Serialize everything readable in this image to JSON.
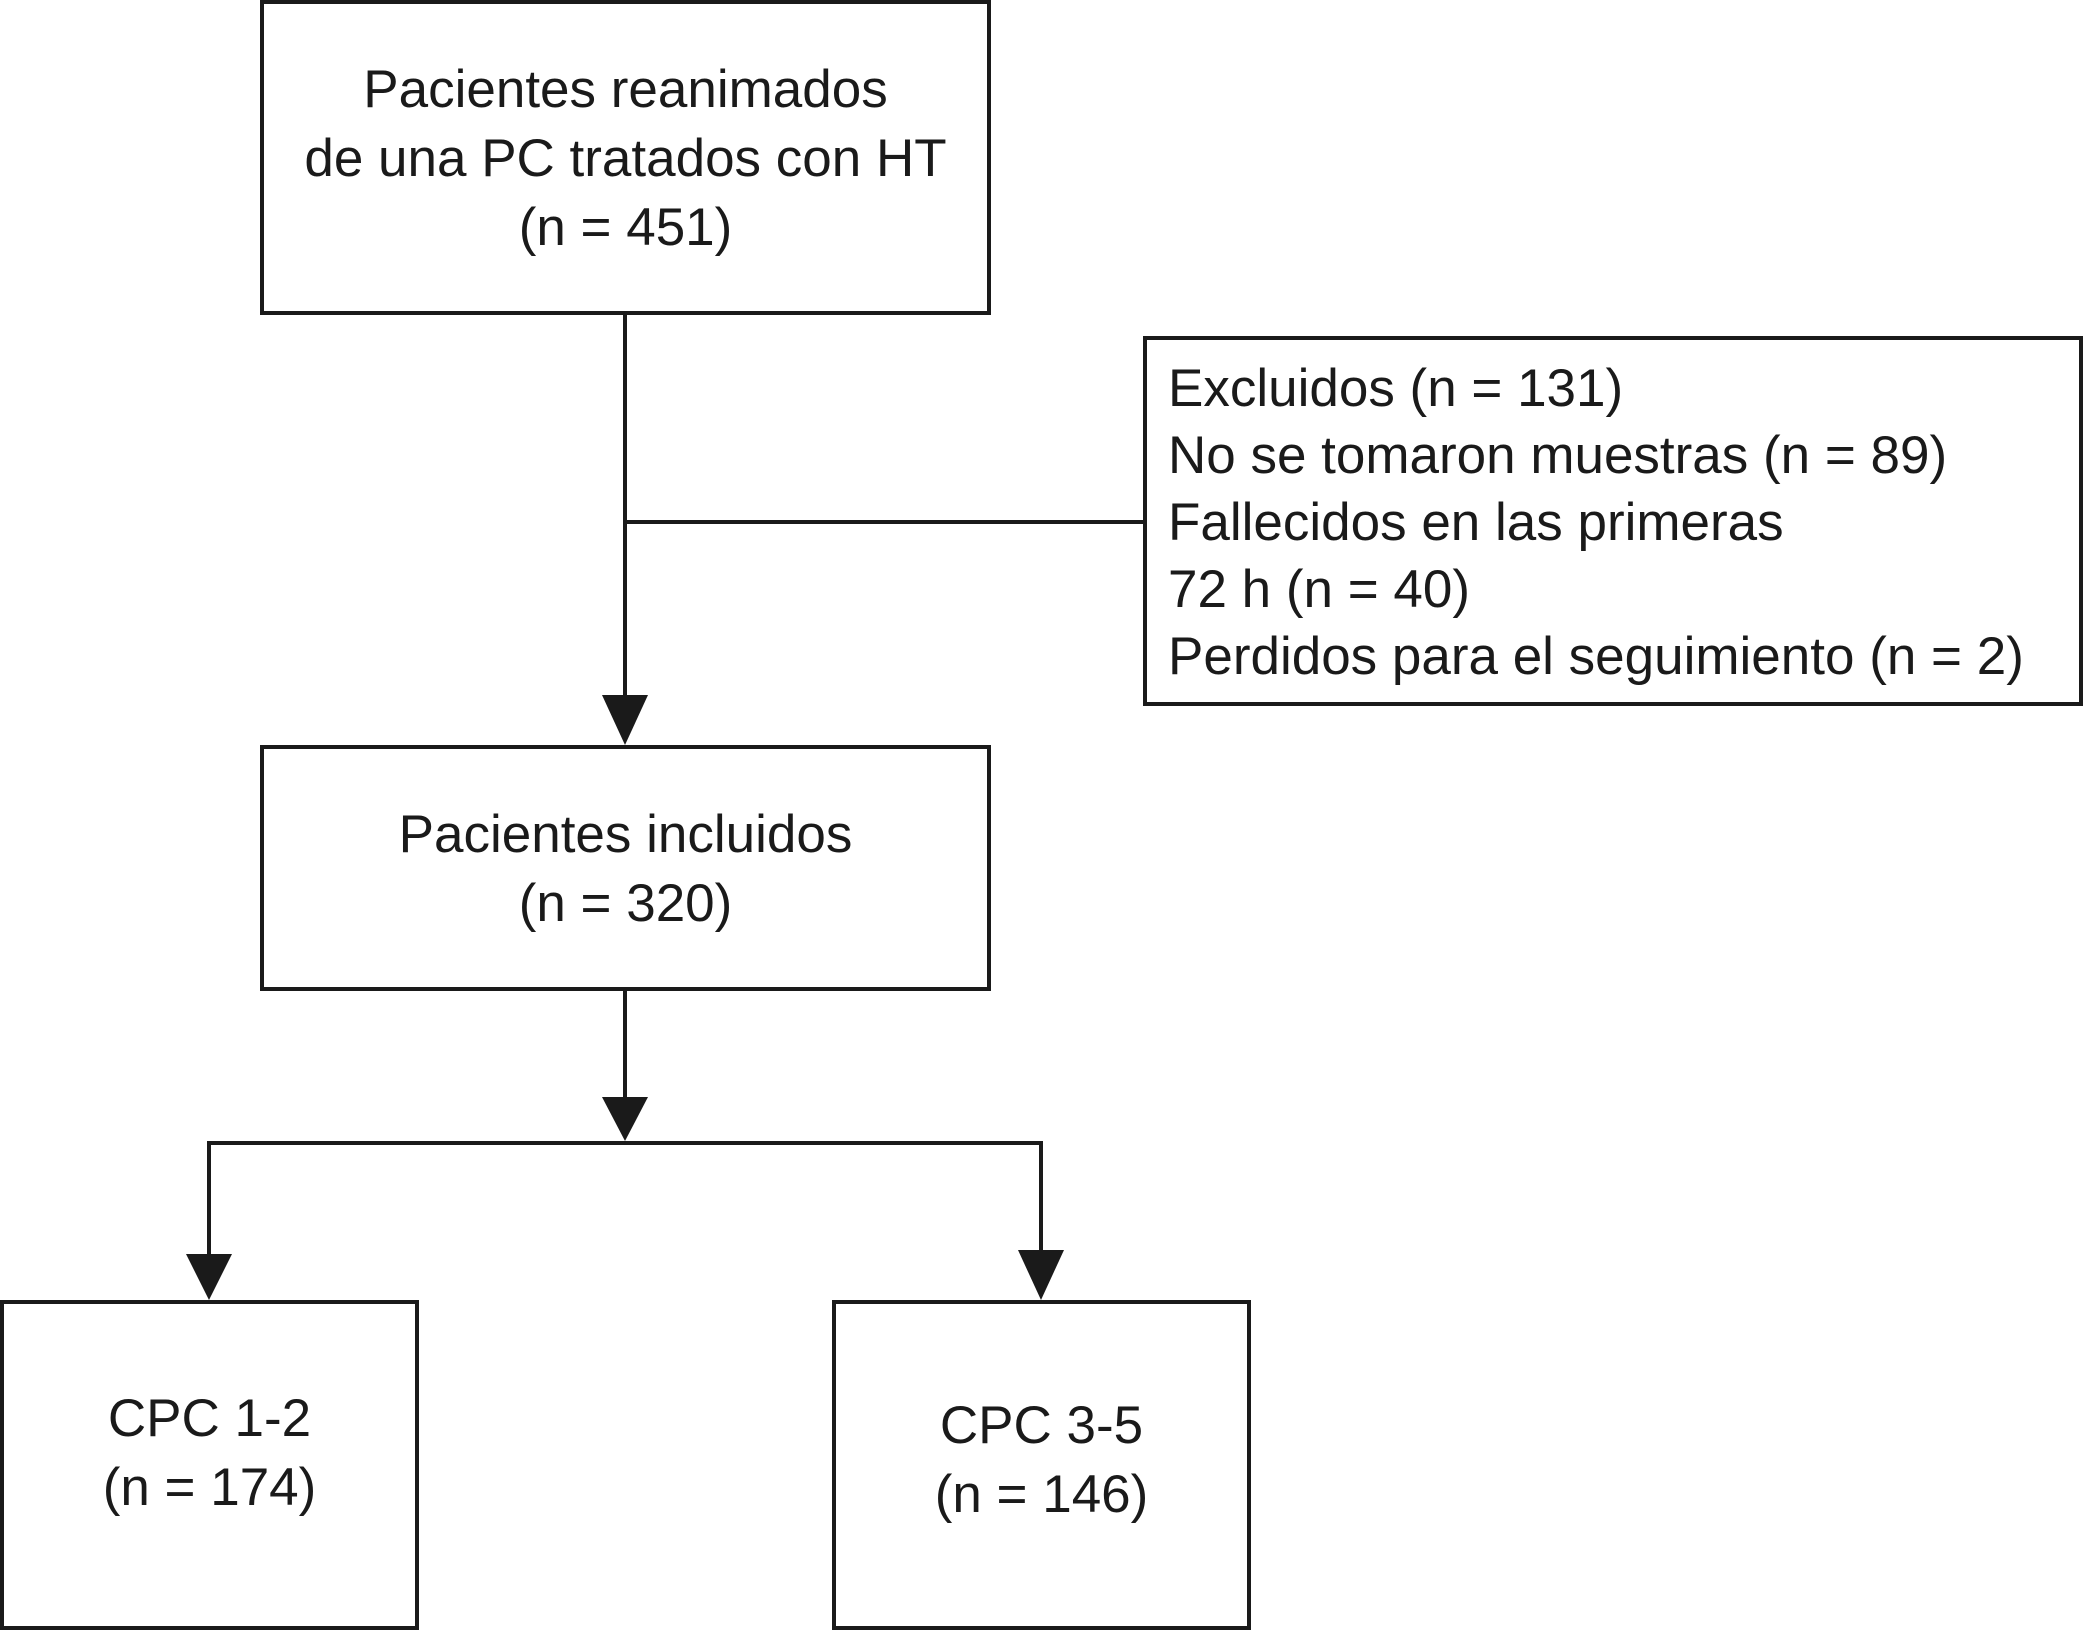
{
  "flowchart": {
    "start": {
      "lines": [
        "Pacientes reanimados",
        "de una PC tratados con HT",
        "(n = 451)"
      ]
    },
    "excluded": {
      "lines": [
        "Excluidos (n = 131)",
        "No se tomaron muestras (n = 89)",
        "Fallecidos en las primeras",
        "72 h (n = 40)",
        "Perdidos para el seguimiento (n = 2)"
      ]
    },
    "included": {
      "lines": [
        "Pacientes incluidos",
        "(n = 320)"
      ]
    },
    "outcome_good": {
      "lines": [
        "CPC 1-2",
        "(n = 174)"
      ]
    },
    "outcome_poor": {
      "lines": [
        "CPC 3-5",
        "(n = 146)"
      ]
    }
  },
  "colors": {
    "stroke": "#1a1a1a",
    "background": "#ffffff"
  }
}
